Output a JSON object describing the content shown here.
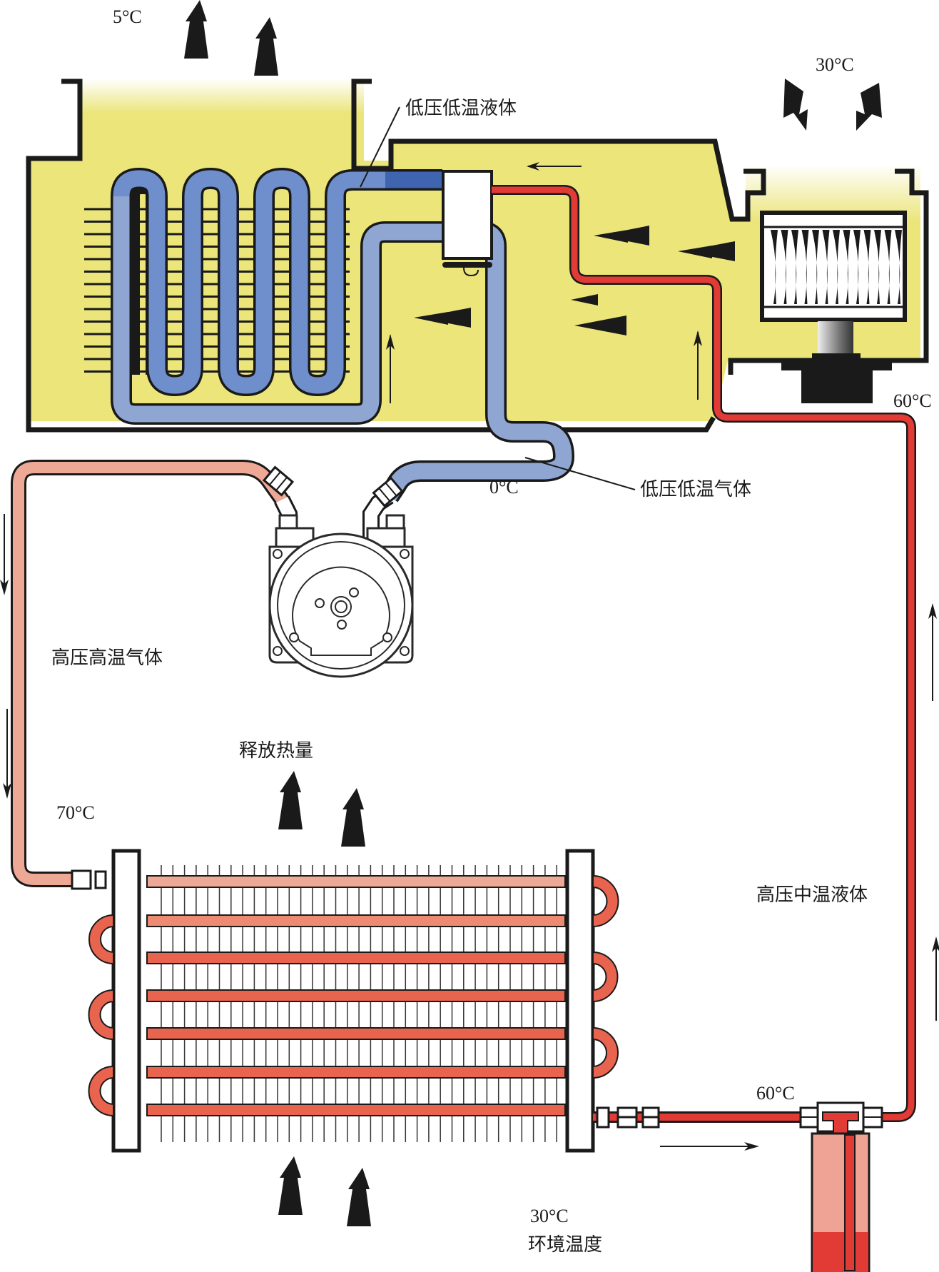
{
  "title": "汽车空调制冷循环示意图",
  "colors": {
    "cabin_fill": "#ebe57a",
    "low_temp_liquid": "#4f72b8",
    "low_temp_gas": "#8fa5d2",
    "high_temp_gas": "#eea896",
    "condenser_tube": "#e8644e",
    "mid_temp_liquid": "#e23a35",
    "outline": "#1a1a1a"
  },
  "labels": {
    "cabin_temp": "5°C",
    "blower_inlet_temp": "30°C",
    "low_pressure_liquid": "低压低温液体",
    "low_pressure_gas": "低压低温气体",
    "evaporator_outlet_temp": "0°C",
    "high_pressure_gas": "高压高温气体",
    "compressor_outlet_temp": "70°C",
    "heat_release": "释放热量",
    "high_pressure_liquid": "高压中温液体",
    "receiver_temp": "60°C",
    "expansion_inlet_temp": "60°C",
    "ambient_temp": "30°C",
    "ambient_label": "环境温度"
  },
  "components": {
    "evaporator": "evaporator",
    "expansion_valve": "expansion-valve",
    "blower": "blower-fan",
    "compressor": "compressor",
    "condenser": "condenser",
    "receiver_drier": "receiver-drier"
  }
}
